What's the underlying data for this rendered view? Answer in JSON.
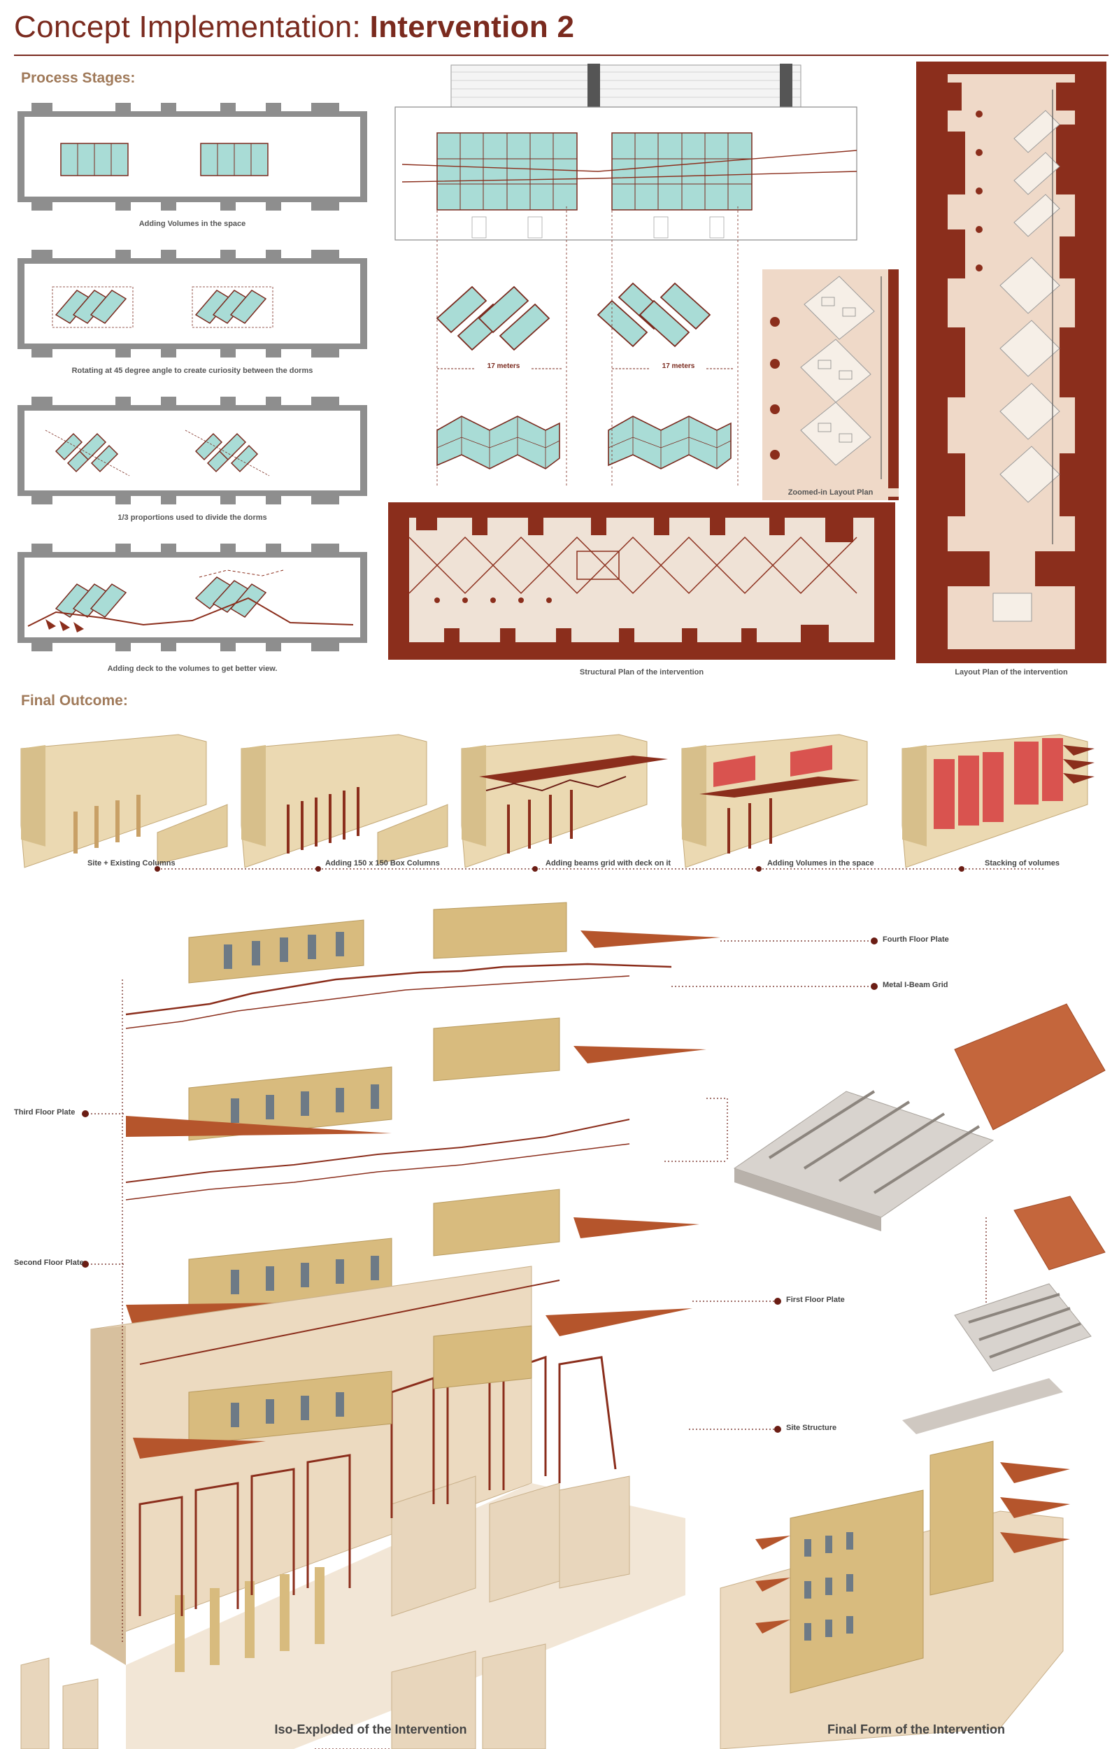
{
  "header": {
    "title_regular": "Concept Implementation:",
    "title_bold": "Intervention 2"
  },
  "process": {
    "heading": "Process Stages:",
    "stages": [
      "Adding Volumes in the space",
      "Rotating at 45 degree angle to create curiosity between the dorms",
      "1/3 proportions used to divide the dorms",
      "Adding deck to the volumes to get better view."
    ]
  },
  "plans": {
    "dimension_left": "17 meters",
    "dimension_right": "17 meters",
    "zoomed_caption": "Zoomed-in Layout Plan",
    "structural_caption": "Structural Plan of the intervention",
    "layout_caption": "Layout Plan of the intervention"
  },
  "final": {
    "heading": "Final Outcome:",
    "steps": [
      "Site + Existing Columns",
      "Adding 150 x 150 Box Columns",
      "Adding beams grid with deck on it",
      "Adding Volumes in the space",
      "Stacking of volumes"
    ]
  },
  "exploded": {
    "labels": {
      "fourth": "Fourth Floor Plate",
      "grid": "Metal I-Beam Grid",
      "third": "Third Floor Plate",
      "second": "Second Floor Plate",
      "first": "First Floor Plate",
      "site": "Site Structure"
    },
    "caption_iso": "Iso-Exploded of the Intervention",
    "caption_final": "Final Form of the Intervention"
  },
  "colors": {
    "accent": "#7a2a1e",
    "wall_grey": "#8e8e8e",
    "volume_teal": "#a9dcd6",
    "plan_brick": "#8b2e1c",
    "plan_floor": "#efd9c8",
    "timber": "#d8bb7e",
    "deck": "#b5552c",
    "dot": "#6b1d14"
  }
}
